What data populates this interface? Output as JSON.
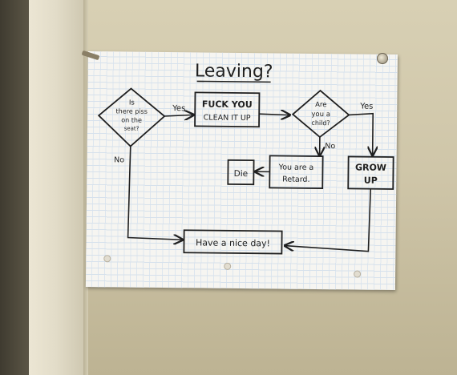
{
  "flowchart": {
    "title": "Leaving?",
    "decision_1": {
      "lines": [
        "Is",
        "there piss",
        "on the",
        "seat?"
      ]
    },
    "label_yes_1": "Yes",
    "label_no_1": "No",
    "action_clean": {
      "line1": "FUCK YOU",
      "line2": "CLEAN IT UP"
    },
    "decision_2": {
      "lines": [
        "Are",
        "you a",
        "child?"
      ]
    },
    "label_yes_2": "Yes",
    "label_no_2": "No",
    "box_retard": {
      "line1": "You are a",
      "line2": "Retard."
    },
    "box_die": "Die",
    "box_grow_up": {
      "line1": "GROW",
      "line2": "UP"
    },
    "box_end": "Have a nice day!"
  }
}
